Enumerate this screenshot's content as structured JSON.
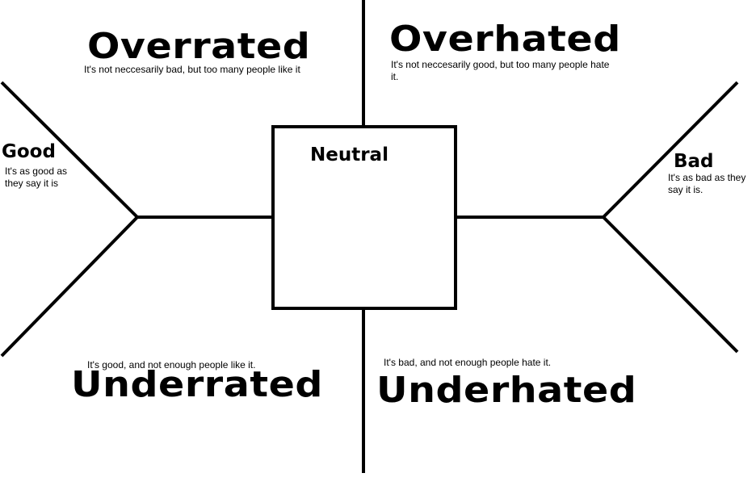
{
  "labels": {
    "overrated": {
      "title": "Overrated",
      "description": "It's not neccesarily bad, but too many people like it"
    },
    "overhated": {
      "title": "Overhated",
      "description": "It's not neccesarily good, but too many people hate it."
    },
    "good": {
      "title": "Good",
      "description": "It's as good as they say it is"
    },
    "neutral": {
      "title": "Neutral"
    },
    "bad": {
      "title": "Bad",
      "description": "It's as bad as they say it is."
    },
    "underrated": {
      "title": "Underrated",
      "description": "It's good, and not enough people like it."
    },
    "underhated": {
      "title": "Underhated",
      "description": "It's bad, and not enough people hate it."
    }
  },
  "colors": {
    "background": "#ffffff",
    "line": "#000000",
    "text": "#000000"
  }
}
